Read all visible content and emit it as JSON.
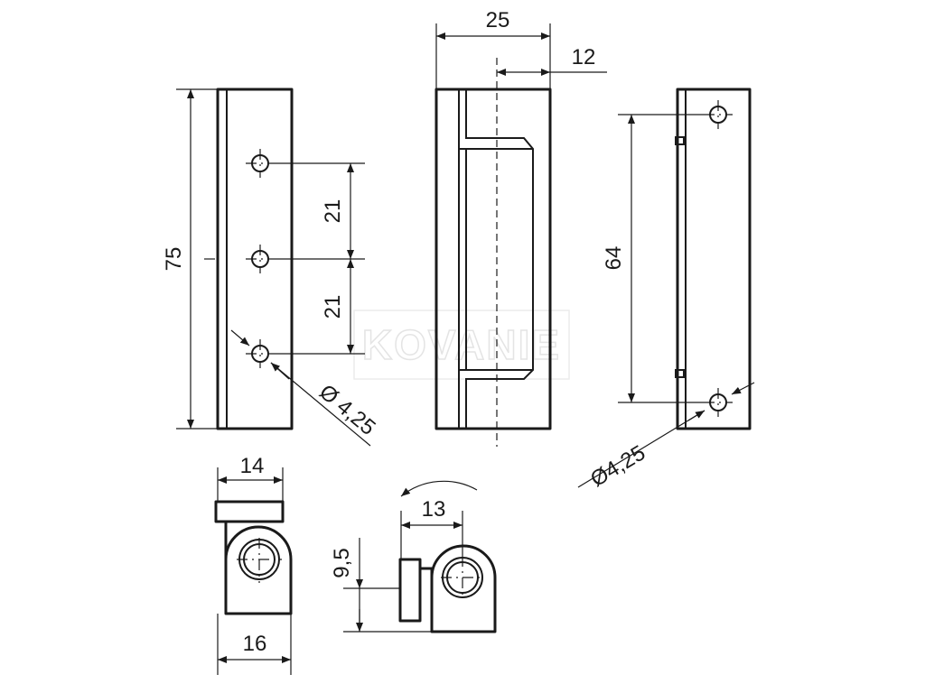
{
  "watermark": "KOVANIE",
  "dimensions": {
    "front_width": "25",
    "front_offset": "12",
    "left_height": "75",
    "left_spacing_upper": "21",
    "left_spacing_lower": "21",
    "left_hole_diameter": "Ø 4,25",
    "right_spacing": "64",
    "right_hole_diameter": "Ø4,25",
    "top_view_top_width": "14",
    "top_view_bottom_width": "16",
    "open_view_width": "13",
    "open_view_height": "9,5"
  }
}
